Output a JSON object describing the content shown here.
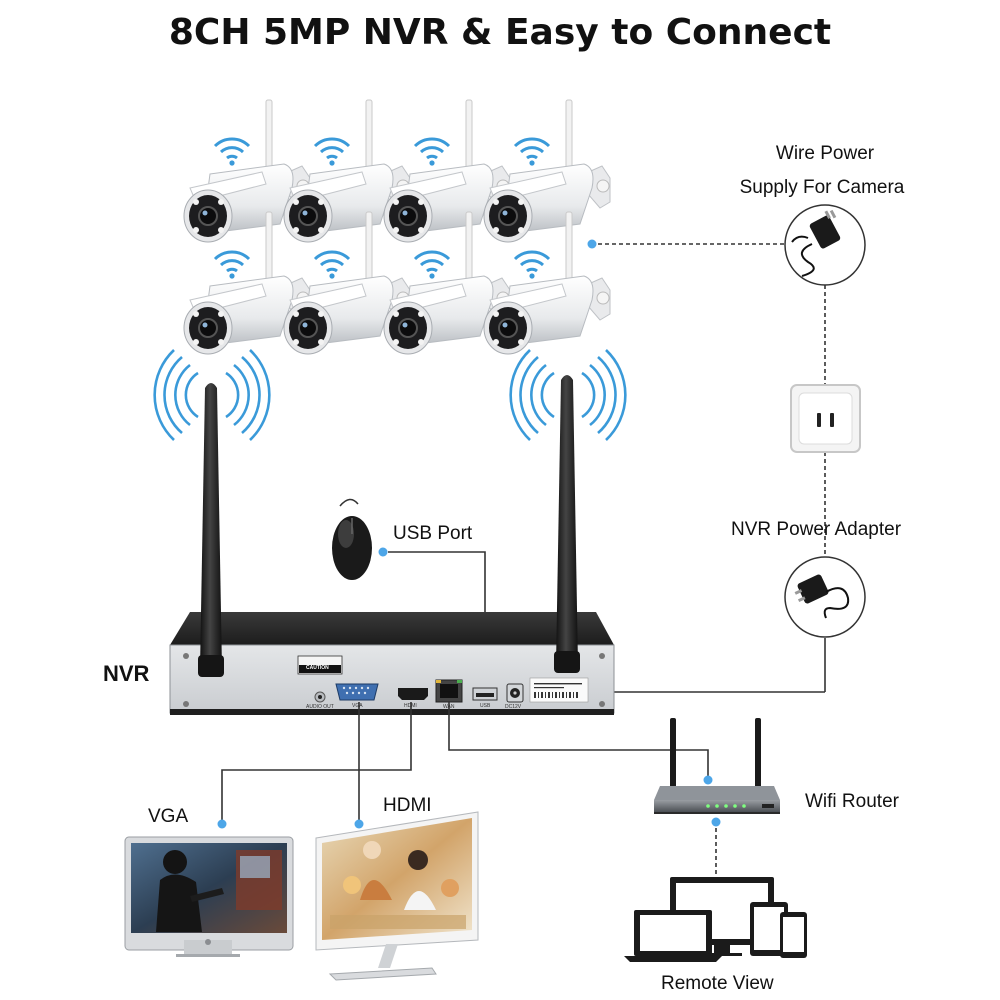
{
  "title": "8CH 5MP NVR & Easy to Connect",
  "labels": {
    "camera_power_line1": "Wire Power",
    "camera_power_line2": "Supply For Camera",
    "usb_port": "USB Port",
    "nvr_power_adapter": "NVR Power Adapter",
    "nvr": "NVR",
    "vga": "VGA",
    "hdmi": "HDMI",
    "wifi_router": "Wifi Router",
    "remote_view": "Remote View"
  },
  "nvr_panel": {
    "caution": "CAUTION",
    "audio_out": "AUDIO OUT",
    "vga": "VGA",
    "hdmi": "HDMI",
    "wan": "WAN",
    "usb": "USB",
    "dc": "DC12V"
  },
  "colors": {
    "connector_dot": "#4da6e8",
    "wifi_signal": "#3a9ad9",
    "line": "#333333",
    "nvr_body": "#2a2a2a",
    "nvr_panel": "#d6d9dc"
  },
  "cameras": {
    "count": 8
  },
  "icons": [
    "wifi-icon",
    "bullet-camera-icon",
    "power-adapter-icon",
    "wall-outlet-icon",
    "mouse-icon",
    "antenna-icon",
    "router-icon",
    "monitor-icon",
    "laptop-icon",
    "tablet-icon",
    "phone-icon"
  ]
}
